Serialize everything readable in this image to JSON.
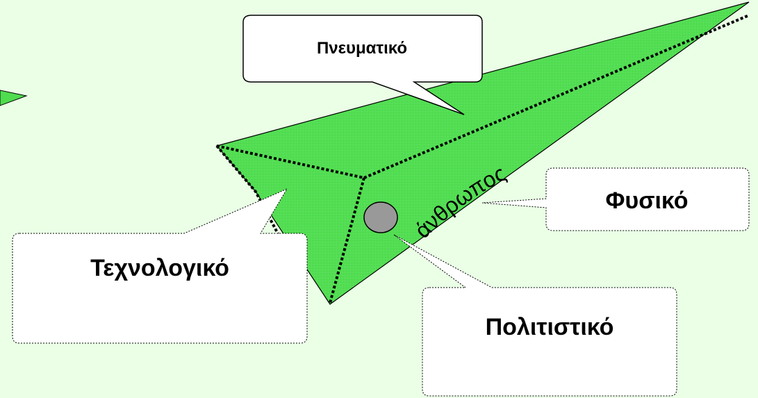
{
  "diagram": {
    "center_label": "άνθρωπος",
    "callouts": {
      "spiritual": "Πνευματικό",
      "physical": "Φυσικό",
      "technological": "Τεχνολογικό",
      "cultural": "Πολιτιστικό"
    },
    "colors": {
      "background": "#eaffe6",
      "plane_fill": "#4fdc4f",
      "dot_fill": "#999999",
      "callout_fill": "#ffffff",
      "outline": "#000000"
    }
  }
}
